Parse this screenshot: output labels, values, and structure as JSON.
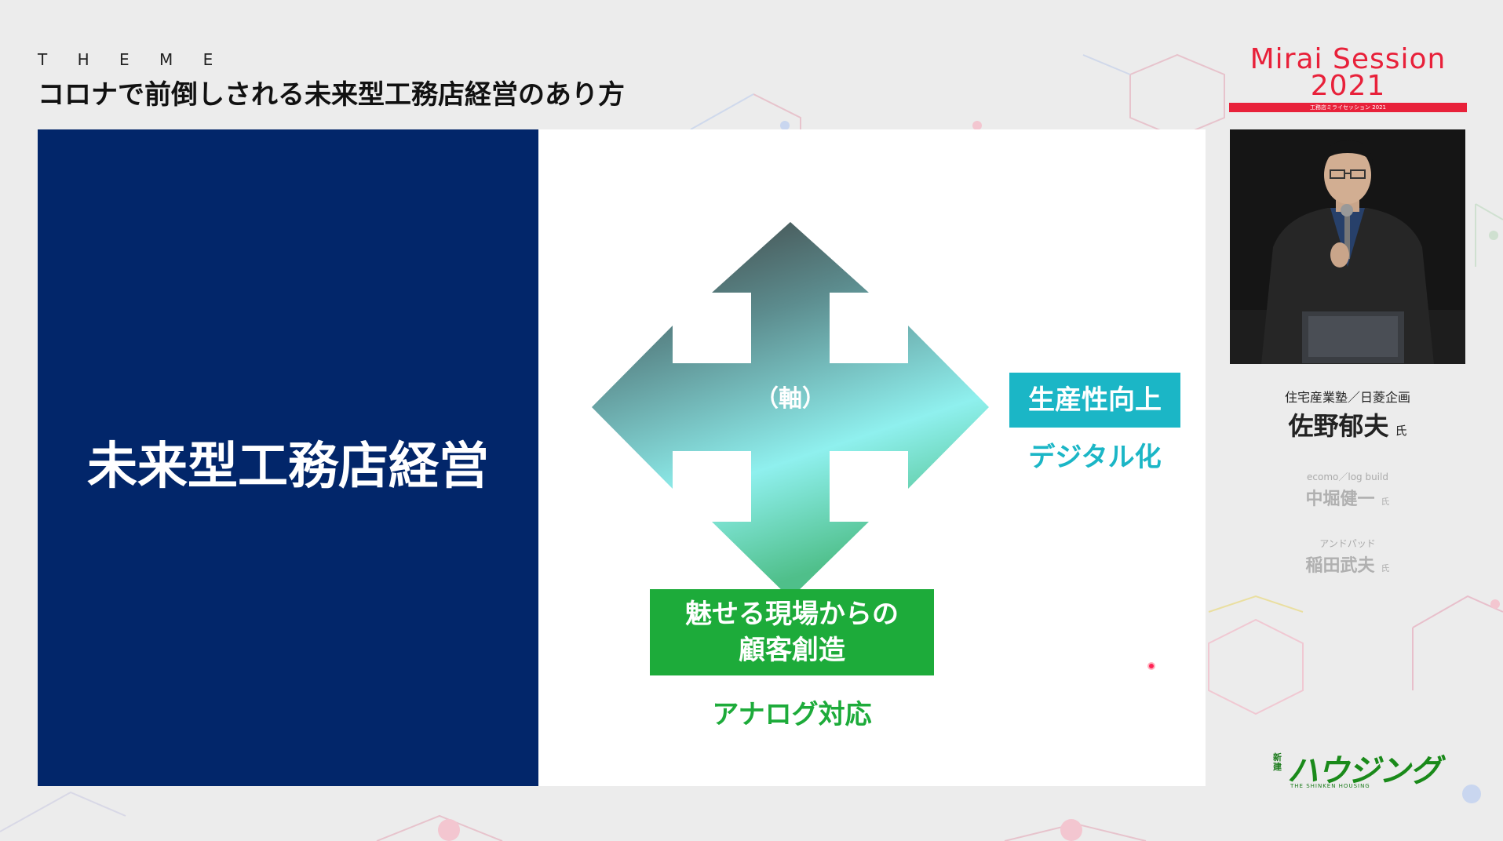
{
  "theme": {
    "label": "T H E M E",
    "title": "コロナで前倒しされる未来型工務店経営のあり方"
  },
  "logo": {
    "line1": "Mirai Session",
    "line2": "2021",
    "subtitle": "工務店ミライセッション 2021",
    "color": "#e8213a"
  },
  "slide": {
    "left_title": "未来型工務店経営",
    "axis_label": "（軸）",
    "productivity_box": "生産性向上",
    "digital_label": "デジタル化",
    "customer_box_line1": "魅せる現場からの",
    "customer_box_line2": "顧客創造",
    "analog_label": "アナログ対応",
    "colors": {
      "navy": "#02266a",
      "teal": "#1bb6c6",
      "green": "#1dab3a"
    }
  },
  "speakers": {
    "main": {
      "org": "住宅産業塾／日菱企画",
      "name": "佐野郁夫",
      "suffix": "氏"
    },
    "second": {
      "org": "ecomo／log build",
      "name": "中堀健一",
      "suffix": "氏"
    },
    "third": {
      "org": "アンドパッド",
      "name": "稲田武夫",
      "suffix": "氏"
    }
  },
  "brand": {
    "small": "新建",
    "main": "ハウジング",
    "tagline": "THE SHINKEN HOUSING"
  }
}
